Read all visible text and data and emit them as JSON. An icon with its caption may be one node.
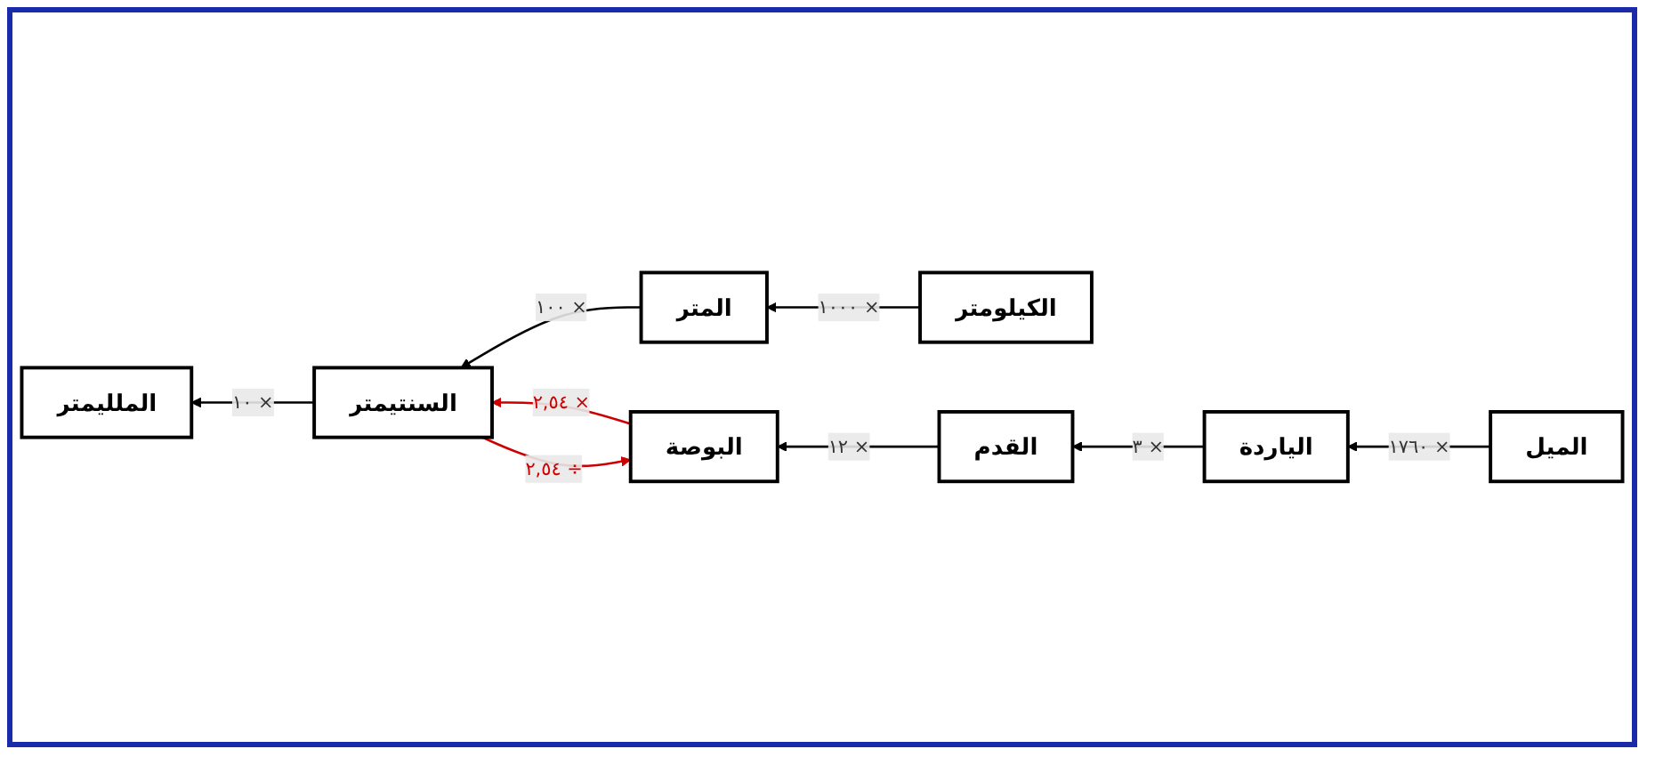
{
  "diagram": {
    "nodes": [
      {
        "text": [
          "الميل"
        ]
      },
      {
        "text": [
          "الياردة"
        ]
      },
      {
        "text": [
          "القدم"
        ]
      },
      {
        "text": [
          "البوصة"
        ]
      },
      {
        "text": [
          "الكيلومتر"
        ]
      },
      {
        "text": [
          "المتر"
        ]
      },
      {
        "text": [
          "السنتيمتر"
        ]
      },
      {
        "text": [
          "الملليمتر"
        ]
      }
    ],
    "edges": [
      {
        "from": 0,
        "to": 1,
        "arrow": "to",
        "label": "١٧٦٠ ×"
      },
      {
        "from": 1,
        "to": 2,
        "arrow": "to",
        "label": "٣ ×"
      },
      {
        "from": 2,
        "to": 3,
        "arrow": "to",
        "label": "١٢ ×"
      },
      {
        "from": 4,
        "to": 5,
        "arrow": "to",
        "label": "١٠٠٠ ×"
      },
      {
        "from": 5,
        "to": 6,
        "arrow": "to",
        "label": "١٠٠ ×"
      },
      {
        "from": 6,
        "to": 7,
        "arrow": "to",
        "label": "١٠ ×"
      },
      {
        "from": 3,
        "to": 6,
        "arrow": "to",
        "label": "٢,٥٤ ×",
        "color": "#cc0000"
      },
      {
        "from": 6,
        "to": 3,
        "arrow": "to",
        "label": "٢,٥٤ ÷",
        "color": "#cc0000"
      }
    ]
  }
}
